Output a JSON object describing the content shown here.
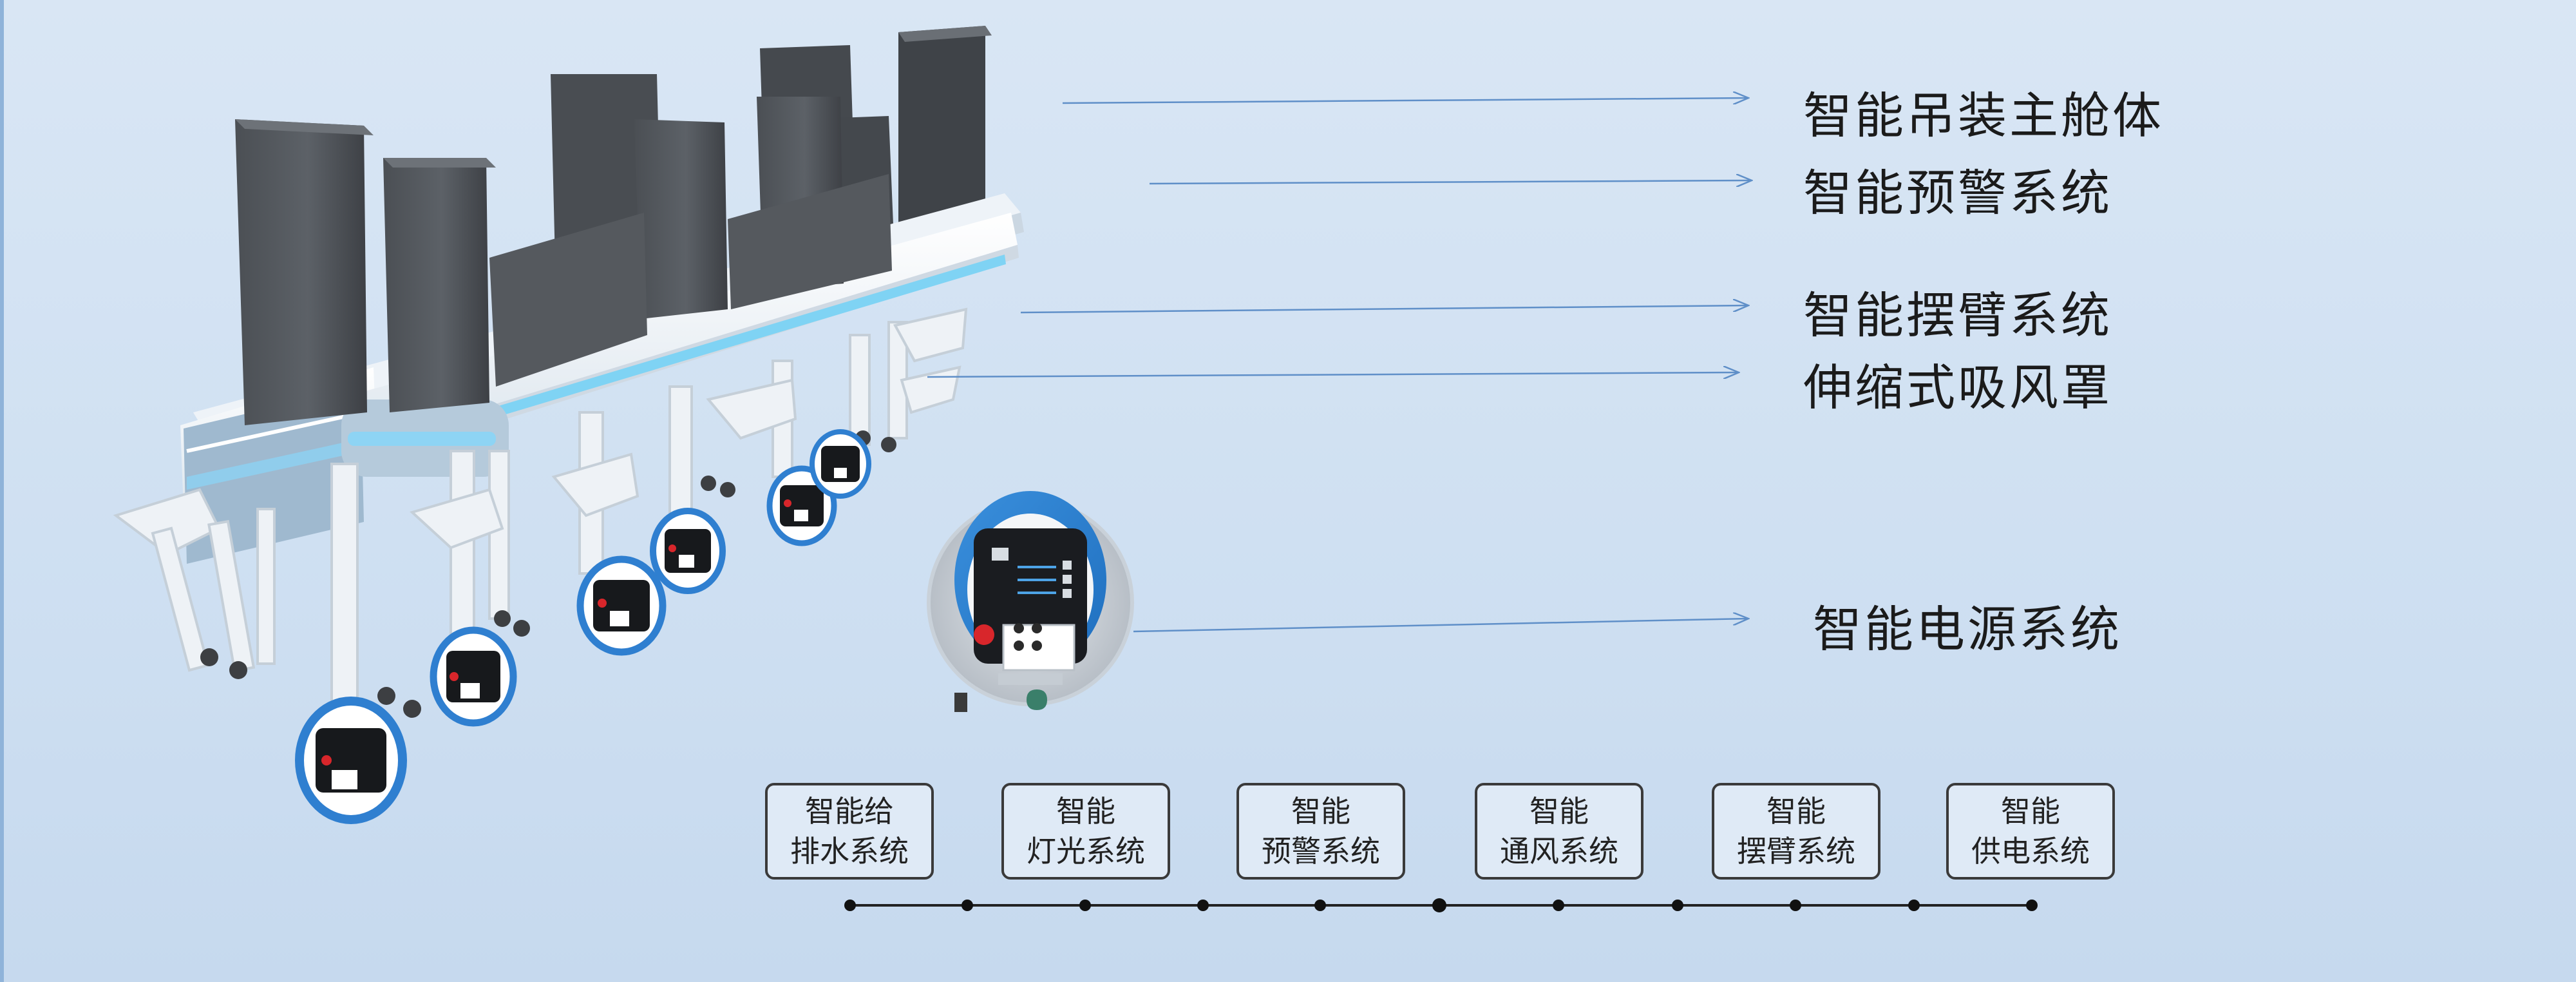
{
  "callouts": [
    "智能吊装主舱体",
    "智能预警系统",
    "智能摆臂系统",
    "伸缩式吸风罩",
    "智能电源系统"
  ],
  "systems": [
    {
      "line1": "智能给",
      "line2": "排水系统"
    },
    {
      "line1": "智能",
      "line2": "灯光系统"
    },
    {
      "line1": "智能",
      "line2": "预警系统"
    },
    {
      "line1": "智能",
      "line2": "通风系统"
    },
    {
      "line1": "智能",
      "line2": "摆臂系统"
    },
    {
      "line1": "智能",
      "line2": "供电系统"
    }
  ],
  "colors": {
    "accent_blue": "#2f7fd0",
    "light_blue": "#8fd0f2",
    "cabin_gray": "#555a60",
    "callout_line": "#5f8fc8"
  },
  "icons": {
    "emergency_stop": "red-emergency-stop-icon",
    "socket": "power-socket-icon"
  }
}
